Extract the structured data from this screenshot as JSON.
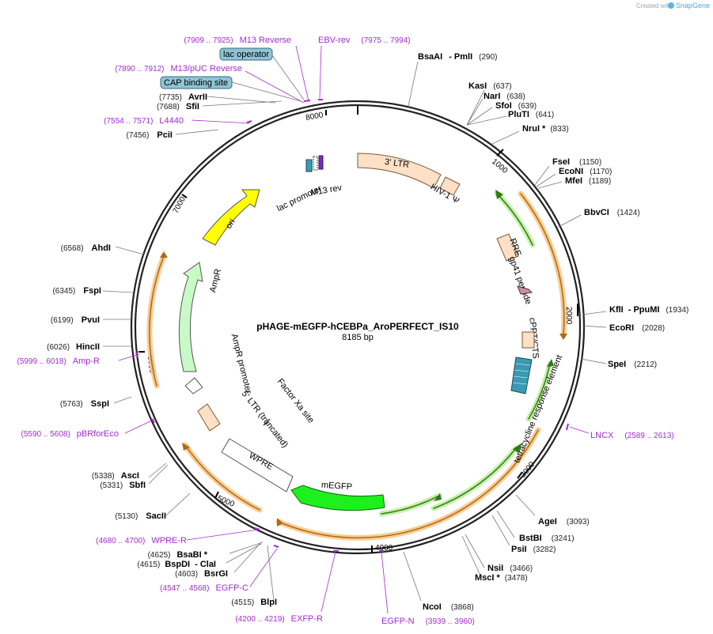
{
  "credit": {
    "created_by": "Created with",
    "brand": "SnapGene"
  },
  "plasmid": {
    "name": "pHAGE-mEGFP-hCEBPa_AroPERFECT_IS10",
    "length": "8185 bp"
  },
  "ticks": [
    "1000",
    "2000",
    "3000",
    "4000",
    "5000",
    "6000",
    "7000",
    "8000"
  ],
  "enzymes": [
    {
      "name": "BsaAI",
      "extra": "-  PmlI",
      "pos": "(290)"
    },
    {
      "name": "KasI",
      "pos": "(637)"
    },
    {
      "name": "NarI",
      "pos": "(638)"
    },
    {
      "name": "SfoI",
      "pos": "(639)"
    },
    {
      "name": "PluTI",
      "pos": "(641)"
    },
    {
      "name": "NruI *",
      "pos": "(833)"
    },
    {
      "name": "FseI",
      "pos": "(1150)"
    },
    {
      "name": "EcoNI",
      "pos": "(1170)"
    },
    {
      "name": "MfeI",
      "pos": "(1189)"
    },
    {
      "name": "BbvCI",
      "pos": "(1424)"
    },
    {
      "name": "KflI",
      "extra": "-  PpuMI",
      "pos": "(1934)"
    },
    {
      "name": "EcoRI",
      "pos": "(2028)"
    },
    {
      "name": "SpeI",
      "pos": "(2212)"
    },
    {
      "name": "AgeI",
      "pos": "(3093)"
    },
    {
      "name": "BstBI",
      "pos": "(3241)"
    },
    {
      "name": "PsiI",
      "pos": "(3282)"
    },
    {
      "name": "NsiI",
      "pos": "(3466)"
    },
    {
      "name": "MscI *",
      "pos": "(3478)"
    },
    {
      "name": "NcoI",
      "pos": "(3868)"
    },
    {
      "name": "BlpI",
      "pos": "(4515)"
    },
    {
      "name": "BsrGI",
      "pos": "(4603)"
    },
    {
      "name": "BspDI",
      "extra": "-  ClaI",
      "pos": "(4615)"
    },
    {
      "name": "BsaBI *",
      "pos": "(4625)"
    },
    {
      "name": "SacII",
      "pos": "(5130)"
    },
    {
      "name": "SbfI",
      "pos": "(5331)"
    },
    {
      "name": "AscI",
      "pos": "(5338)"
    },
    {
      "name": "SspI",
      "pos": "(5763)"
    },
    {
      "name": "HincII",
      "pos": "(6026)"
    },
    {
      "name": "PvuI",
      "pos": "(6199)"
    },
    {
      "name": "FspI",
      "pos": "(6345)"
    },
    {
      "name": "AhdI",
      "pos": "(6568)"
    },
    {
      "name": "PciI",
      "pos": "(7456)"
    },
    {
      "name": "SfiI",
      "pos": "(7688)"
    },
    {
      "name": "AvrII",
      "pos": "(7735)"
    }
  ],
  "primers": [
    {
      "name": "M13 Reverse",
      "pos": "(7909 .. 7925)"
    },
    {
      "name": "EBV-rev",
      "pos": "(7975 .. 7994)"
    },
    {
      "name": "M13/pUC Reverse",
      "pos": "(7890 .. 7912)"
    },
    {
      "name": "L4440",
      "pos": "(7554 .. 7571)"
    },
    {
      "name": "LNCX",
      "pos": "(2589 .. 2613)"
    },
    {
      "name": "Amp-R",
      "pos": "(5999 .. 6018)"
    },
    {
      "name": "pBRforEco",
      "pos": "(5590 .. 5608)"
    },
    {
      "name": "WPRE-R",
      "pos": "(4680 .. 4700)"
    },
    {
      "name": "EGFP-C",
      "pos": "(4547 .. 4568)"
    },
    {
      "name": "EXFP-R",
      "pos": "(4200 .. 4219)"
    },
    {
      "name": "EGFP-N",
      "pos": "(3939 .. 3960)"
    }
  ],
  "boxed_labels": [
    "lac operator",
    "CAP binding site"
  ],
  "features": {
    "ltr3": "3' LTR",
    "hiv": "HIV-1 Ψ",
    "rre": "RRE",
    "gp41": "gp41 peptide",
    "cppt": "cPPT/CTS",
    "tre": "tetracycline response element",
    "megfp": "mEGFP",
    "wpre": "WPRE",
    "ltr5": "5' LTR (truncated)",
    "factor": "Factor Xa site",
    "amp_promoter": "AmpR promoter",
    "ampr": "AmpR",
    "ori": "ori",
    "lac_promoter": "lac promoter",
    "m13rev": "M13 rev"
  },
  "colors": {
    "primer": "#a52bd1",
    "ltr": "#fde0c5",
    "ori": "#ffff00",
    "egfp": "#1ef01e",
    "ampr": "#c8fac8",
    "orf": "#f7c88a",
    "tre": "#3a9ab3"
  }
}
